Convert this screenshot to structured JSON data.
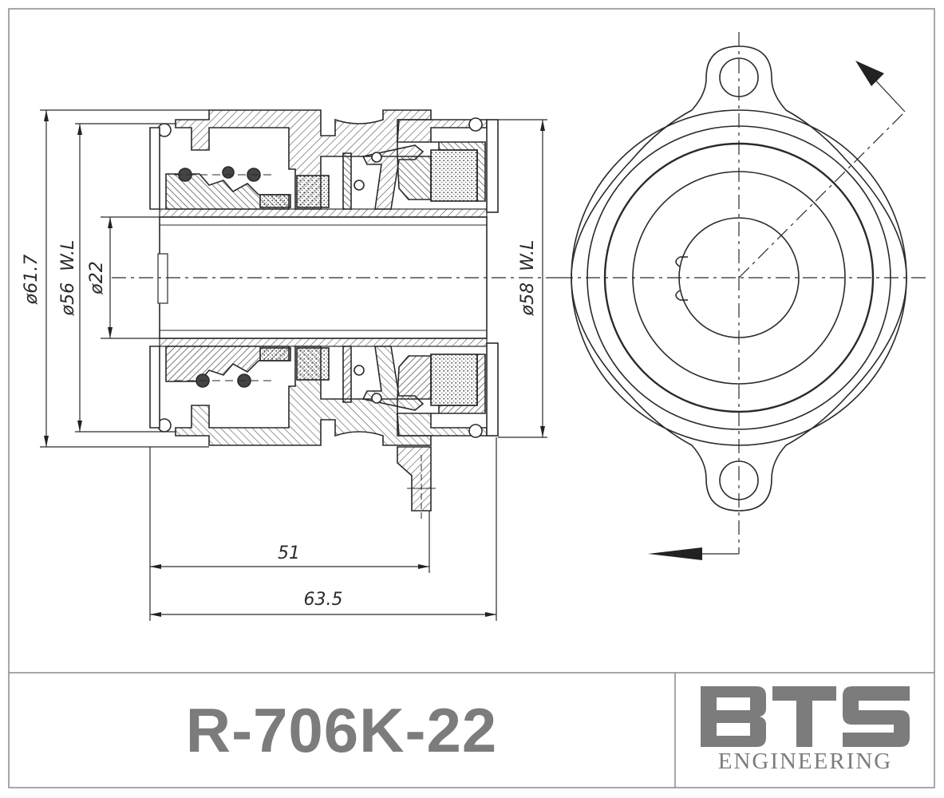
{
  "drawing": {
    "dimensions": {
      "d_61_7": "ø61.7",
      "d_56_wl": "ø56  W.L",
      "d_22": "ø22",
      "d_58_wl": "ø58  W.L",
      "len_51": "51",
      "len_63_5": "63.5"
    }
  },
  "title_block": {
    "part_number": "R-706K-22",
    "logo_mark": "BTS",
    "logo_sub": "ENGINEERING"
  },
  "colors": {
    "line": "#2a2a2a",
    "hatch": "#555555",
    "title_grey": "#7c7c7c"
  }
}
